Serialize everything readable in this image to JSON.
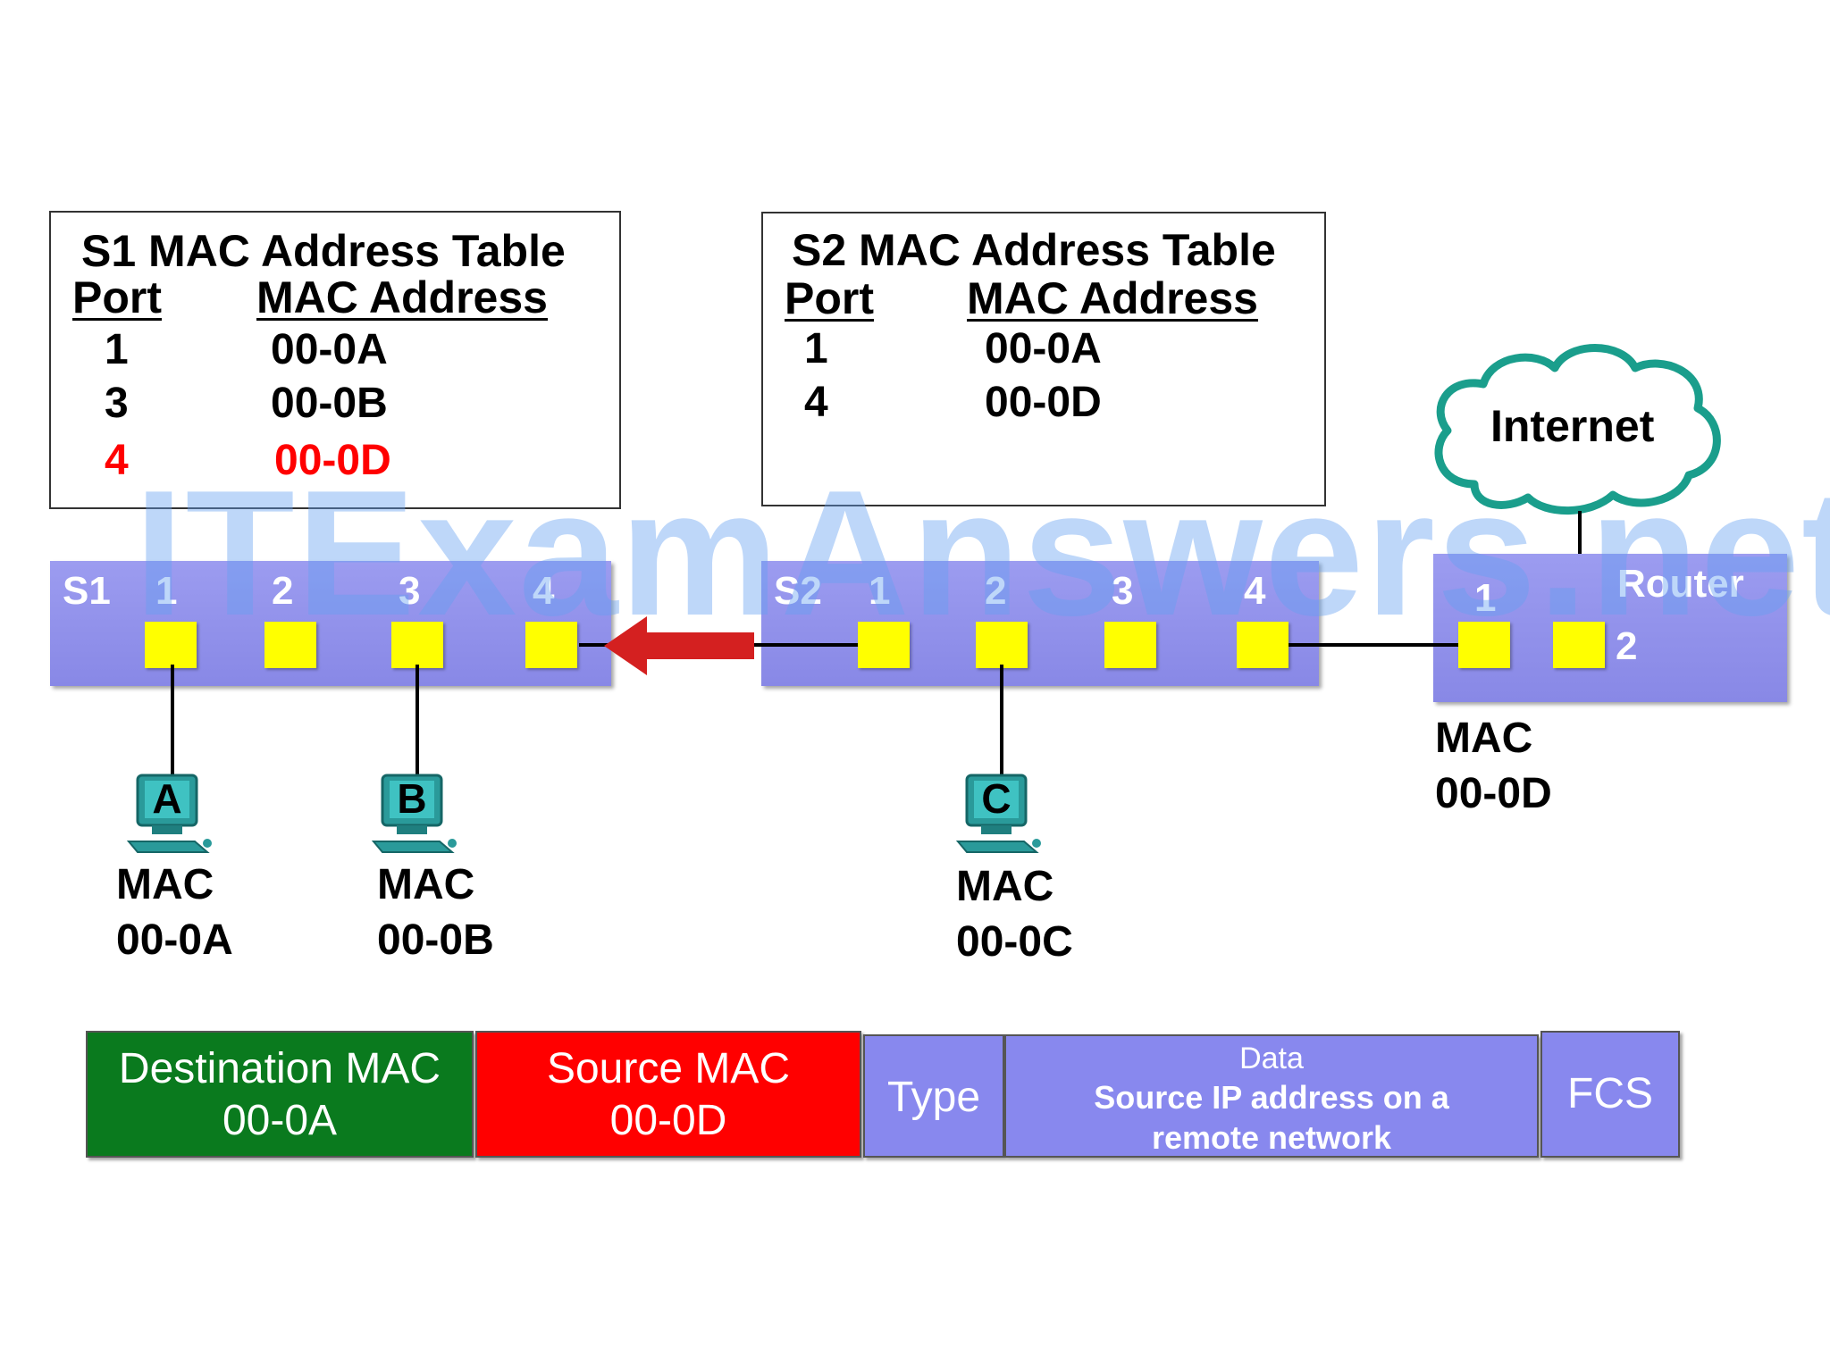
{
  "s1_table": {
    "title": "S1 MAC Address Table",
    "port_header": "Port",
    "mac_header": "MAC Address",
    "rows": [
      {
        "port": "1",
        "mac": "00-0A",
        "highlight": false
      },
      {
        "port": "3",
        "mac": "00-0B",
        "highlight": false
      },
      {
        "port": "4",
        "mac": "00-0D",
        "highlight": true
      }
    ]
  },
  "s2_table": {
    "title": "S2 MAC Address Table",
    "port_header": "Port",
    "mac_header": "MAC Address",
    "rows": [
      {
        "port": "1",
        "mac": "00-0A"
      },
      {
        "port": "4",
        "mac": "00-0D"
      }
    ]
  },
  "cloud": {
    "label": "Internet"
  },
  "switch_s1": {
    "name": "S1",
    "ports": [
      "1",
      "2",
      "3",
      "4"
    ]
  },
  "switch_s2": {
    "name": "S2",
    "ports": [
      "1",
      "2",
      "3",
      "4"
    ]
  },
  "router": {
    "name": "Router",
    "ports": [
      "1",
      "2"
    ],
    "mac_label": "MAC",
    "mac": "00-0D"
  },
  "hosts": [
    {
      "letter": "A",
      "mac_label": "MAC",
      "mac": "00-0A"
    },
    {
      "letter": "B",
      "mac_label": "MAC",
      "mac": "00-0B"
    },
    {
      "letter": "C",
      "mac_label": "MAC",
      "mac": "00-0C"
    }
  ],
  "frame": {
    "dest_label": "Destination MAC",
    "dest_value": "00-0A",
    "src_label": "Source MAC",
    "src_value": "00-0D",
    "type_label": "Type",
    "data_label": "Data",
    "data_line1": "Source IP address on a",
    "data_line2": "remote network",
    "fcs_label": "FCS"
  },
  "watermark": "ITExamAnswers.net",
  "colors": {
    "highlight": "#ff0000",
    "dest_cell": "#0a7a1e",
    "src_cell": "#ff0000",
    "device": "#8c8ce8",
    "port": "#ffff00",
    "cloud_stroke": "#1a9e8c",
    "arrow": "#d42020"
  }
}
